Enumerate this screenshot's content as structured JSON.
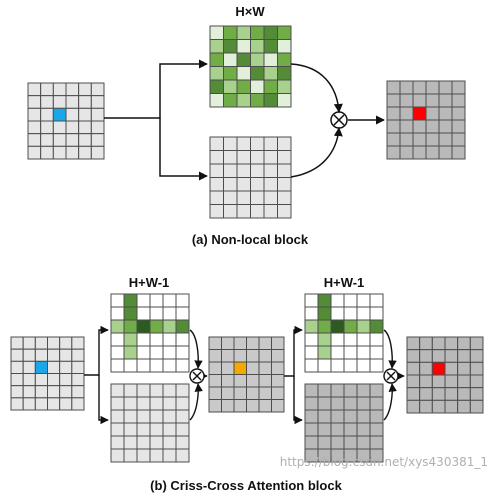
{
  "colors": {
    "grid_line": "#4d4d4d",
    "cell_light": "#e6e6e6",
    "cell_grey": "#b9b9b9",
    "cell_mid_grey": "#c9c9c9",
    "query_blue": "#1aa7e8",
    "output_red": "#ff0000",
    "intermediate_yellow": "#f5a800",
    "green_dark": "#2d5a1e",
    "green_mid": "#548b36",
    "green_base": "#70ad47",
    "green_light": "#a9d18e",
    "green_pale": "#e2efda",
    "white": "#ffffff",
    "arrow": "#111111"
  },
  "panel_a": {
    "attention_label": "H×W",
    "caption": "(a) Non-local block",
    "operator_symbol": "⊗",
    "attention_cells": [
      [
        1,
        3,
        2,
        3,
        4,
        3
      ],
      [
        2,
        4,
        1,
        2,
        4,
        1
      ],
      [
        3,
        1,
        4,
        2,
        1,
        3
      ],
      [
        2,
        3,
        1,
        4,
        2,
        4
      ],
      [
        4,
        2,
        3,
        1,
        3,
        2
      ],
      [
        1,
        3,
        2,
        3,
        4,
        1
      ]
    ]
  },
  "panel_b": {
    "attention_label_1": "H+W-1",
    "attention_label_2": "H+W-1",
    "caption": "(b) Criss-Cross Attention block",
    "operator_symbol": "⊗",
    "cross_cells": [
      [
        0,
        4,
        0,
        0,
        0,
        0
      ],
      [
        0,
        4,
        0,
        0,
        0,
        0
      ],
      [
        2,
        3,
        5,
        3,
        2,
        4
      ],
      [
        0,
        2,
        0,
        0,
        0,
        0
      ],
      [
        0,
        2,
        0,
        0,
        0,
        0
      ],
      [
        0,
        0,
        0,
        0,
        0,
        0
      ]
    ]
  },
  "watermark": "https://blog.csdn.net/xys430381_1"
}
